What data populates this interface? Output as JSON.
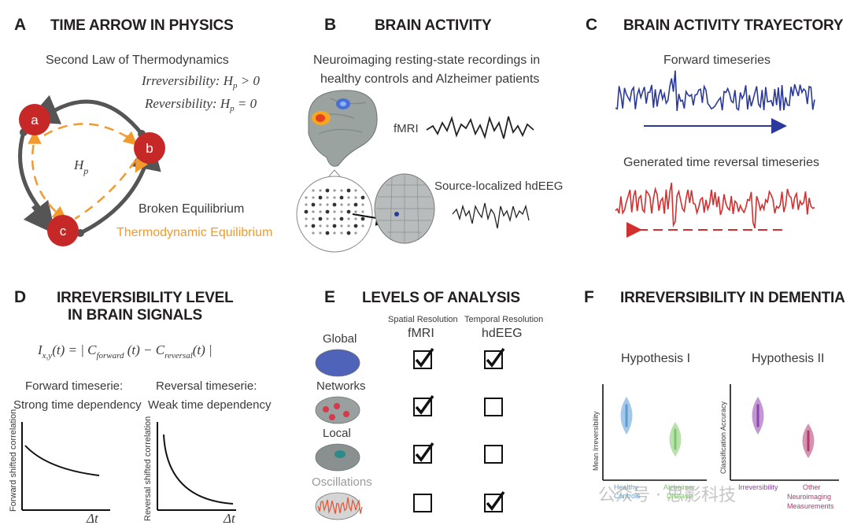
{
  "panels": {
    "a": {
      "letter": "A",
      "title": "TIME ARROW IN PHYSICS",
      "law": "Second Law of Thermodynamics",
      "irreversibility": "Irreversibility: H",
      "irr_sub": "p",
      "irr_rel": " > 0",
      "reversibility": "Reversibility: H",
      "rev_sub": "p",
      "rev_rel": " = 0",
      "hp": "H",
      "hp_sub": "p",
      "nodes": [
        "a",
        "b",
        "c"
      ],
      "broken": "Broken Equilibrium",
      "thermo": "Thermodynamic Equilibrium",
      "colors": {
        "node": "#c62828",
        "cycle": "#555555",
        "equilibrium": "#f29a2e"
      }
    },
    "b": {
      "letter": "B",
      "title": "BRAIN ACTIVITY",
      "desc_line1": "Neuroimaging resting-state recordings in",
      "desc_line2": "healthy controls and Alzheimer patients",
      "fmri": "fMRI",
      "hdeeg": "Source-localized hdEEG"
    },
    "c": {
      "letter": "C",
      "title": "BRAIN ACTIVITY TRAYECTORY",
      "forward": "Forward timeseries",
      "reversal": "Generated time reversal timeseries",
      "colors": {
        "forward": "#2b3a9a",
        "reversal": "#d32f2f"
      }
    },
    "d": {
      "letter": "D",
      "title_line1": "IRREVERSIBILITY LEVEL",
      "title_line2": "IN BRAIN SIGNALS",
      "eq_I": "I",
      "eq_Isub": "x,y",
      "eq_t": "(t) = | C",
      "eq_fsub": "forward",
      "eq_mid": " (t) − C",
      "eq_rsub": "reversal",
      "eq_end": "(t) |",
      "fwd_title1": "Forward timeserie:",
      "fwd_title2": "Strong time dependency",
      "rev_title1": "Reversal timeserie:",
      "rev_title2": "Weak time dependency",
      "fwd_ylabel": "Forward shifted correlation",
      "rev_ylabel": "Reversal shifted correlation",
      "xlabel": "Δt"
    },
    "e": {
      "letter": "E",
      "title": "LEVELS OF ANALYSIS",
      "col1_top": "Spatial Resolution",
      "col1": "fMRI",
      "col2_top": "Temporal Resolution",
      "col2": "hdEEG",
      "rows": [
        {
          "label": "Global",
          "fmri": true,
          "hdeeg": true
        },
        {
          "label": "Networks",
          "fmri": true,
          "hdeeg": false
        },
        {
          "label": "Local",
          "fmri": true,
          "hdeeg": false
        },
        {
          "label": "Oscillations",
          "fmri": false,
          "hdeeg": true
        }
      ]
    },
    "f": {
      "letter": "F",
      "title": "IRREVERSIBILITY IN DEMENTIA",
      "hyp1": "Hypothesis I",
      "hyp2": "Hypothesis II",
      "ylabel1": "Mean Irreversibility",
      "ylabel2": "Classification Accuracy",
      "x1a": "Healthy",
      "x1b": "Controls",
      "x2a": "Alzheimer",
      "x2b": "Disease",
      "x3": "Irreversibility",
      "x4a": "Other",
      "x4b": "Neuroimaging",
      "x4c": "Measurements",
      "colors": {
        "hc": "#5b9bd5",
        "ad": "#7dc86a",
        "irr": "#8e44ad",
        "other": "#b03a6e"
      }
    }
  },
  "watermark": "公众号 · 思影科技"
}
